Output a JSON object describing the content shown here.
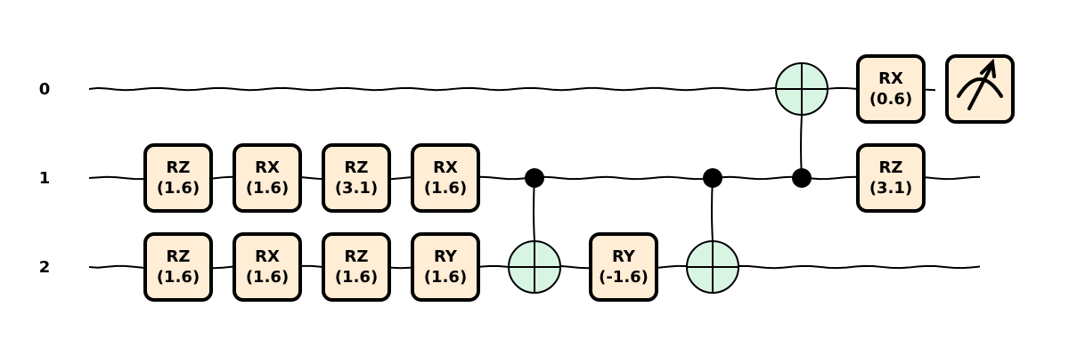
{
  "qubits": [
    {
      "label": "0"
    },
    {
      "label": "1"
    },
    {
      "label": "2"
    }
  ],
  "gates": [
    {
      "type": "rotation",
      "name": "RZ",
      "param": "(1.6)",
      "qubit": 1,
      "column": 0
    },
    {
      "type": "rotation",
      "name": "RZ",
      "param": "(1.6)",
      "qubit": 2,
      "column": 0
    },
    {
      "type": "rotation",
      "name": "RX",
      "param": "(1.6)",
      "qubit": 1,
      "column": 1
    },
    {
      "type": "rotation",
      "name": "RX",
      "param": "(1.6)",
      "qubit": 2,
      "column": 1
    },
    {
      "type": "rotation",
      "name": "RZ",
      "param": "(3.1)",
      "qubit": 1,
      "column": 2
    },
    {
      "type": "rotation",
      "name": "RZ",
      "param": "(1.6)",
      "qubit": 2,
      "column": 2
    },
    {
      "type": "rotation",
      "name": "RX",
      "param": "(1.6)",
      "qubit": 1,
      "column": 3
    },
    {
      "type": "rotation",
      "name": "RY",
      "param": "(1.6)",
      "qubit": 2,
      "column": 3
    },
    {
      "type": "cnot",
      "control": 1,
      "target": 2,
      "column": 4
    },
    {
      "type": "rotation",
      "name": "RY",
      "param": "(-1.6)",
      "qubit": 2,
      "column": 5
    },
    {
      "type": "cnot",
      "control": 1,
      "target": 2,
      "column": 6
    },
    {
      "type": "cnot",
      "control": 1,
      "target": 0,
      "column": 7
    },
    {
      "type": "rotation",
      "name": "RX",
      "param": "(0.6)",
      "qubit": 0,
      "column": 8
    },
    {
      "type": "rotation",
      "name": "RZ",
      "param": "(3.1)",
      "qubit": 1,
      "column": 8
    },
    {
      "type": "measure",
      "qubit": 0,
      "column": 9
    }
  ],
  "colors": {
    "gate_fill": "#ffedd5",
    "target_fill": "#d8f5e3",
    "line": "#000000"
  },
  "icons": {
    "measure": "meter-icon",
    "target": "cnot-target-icon",
    "control": "control-dot-icon"
  }
}
